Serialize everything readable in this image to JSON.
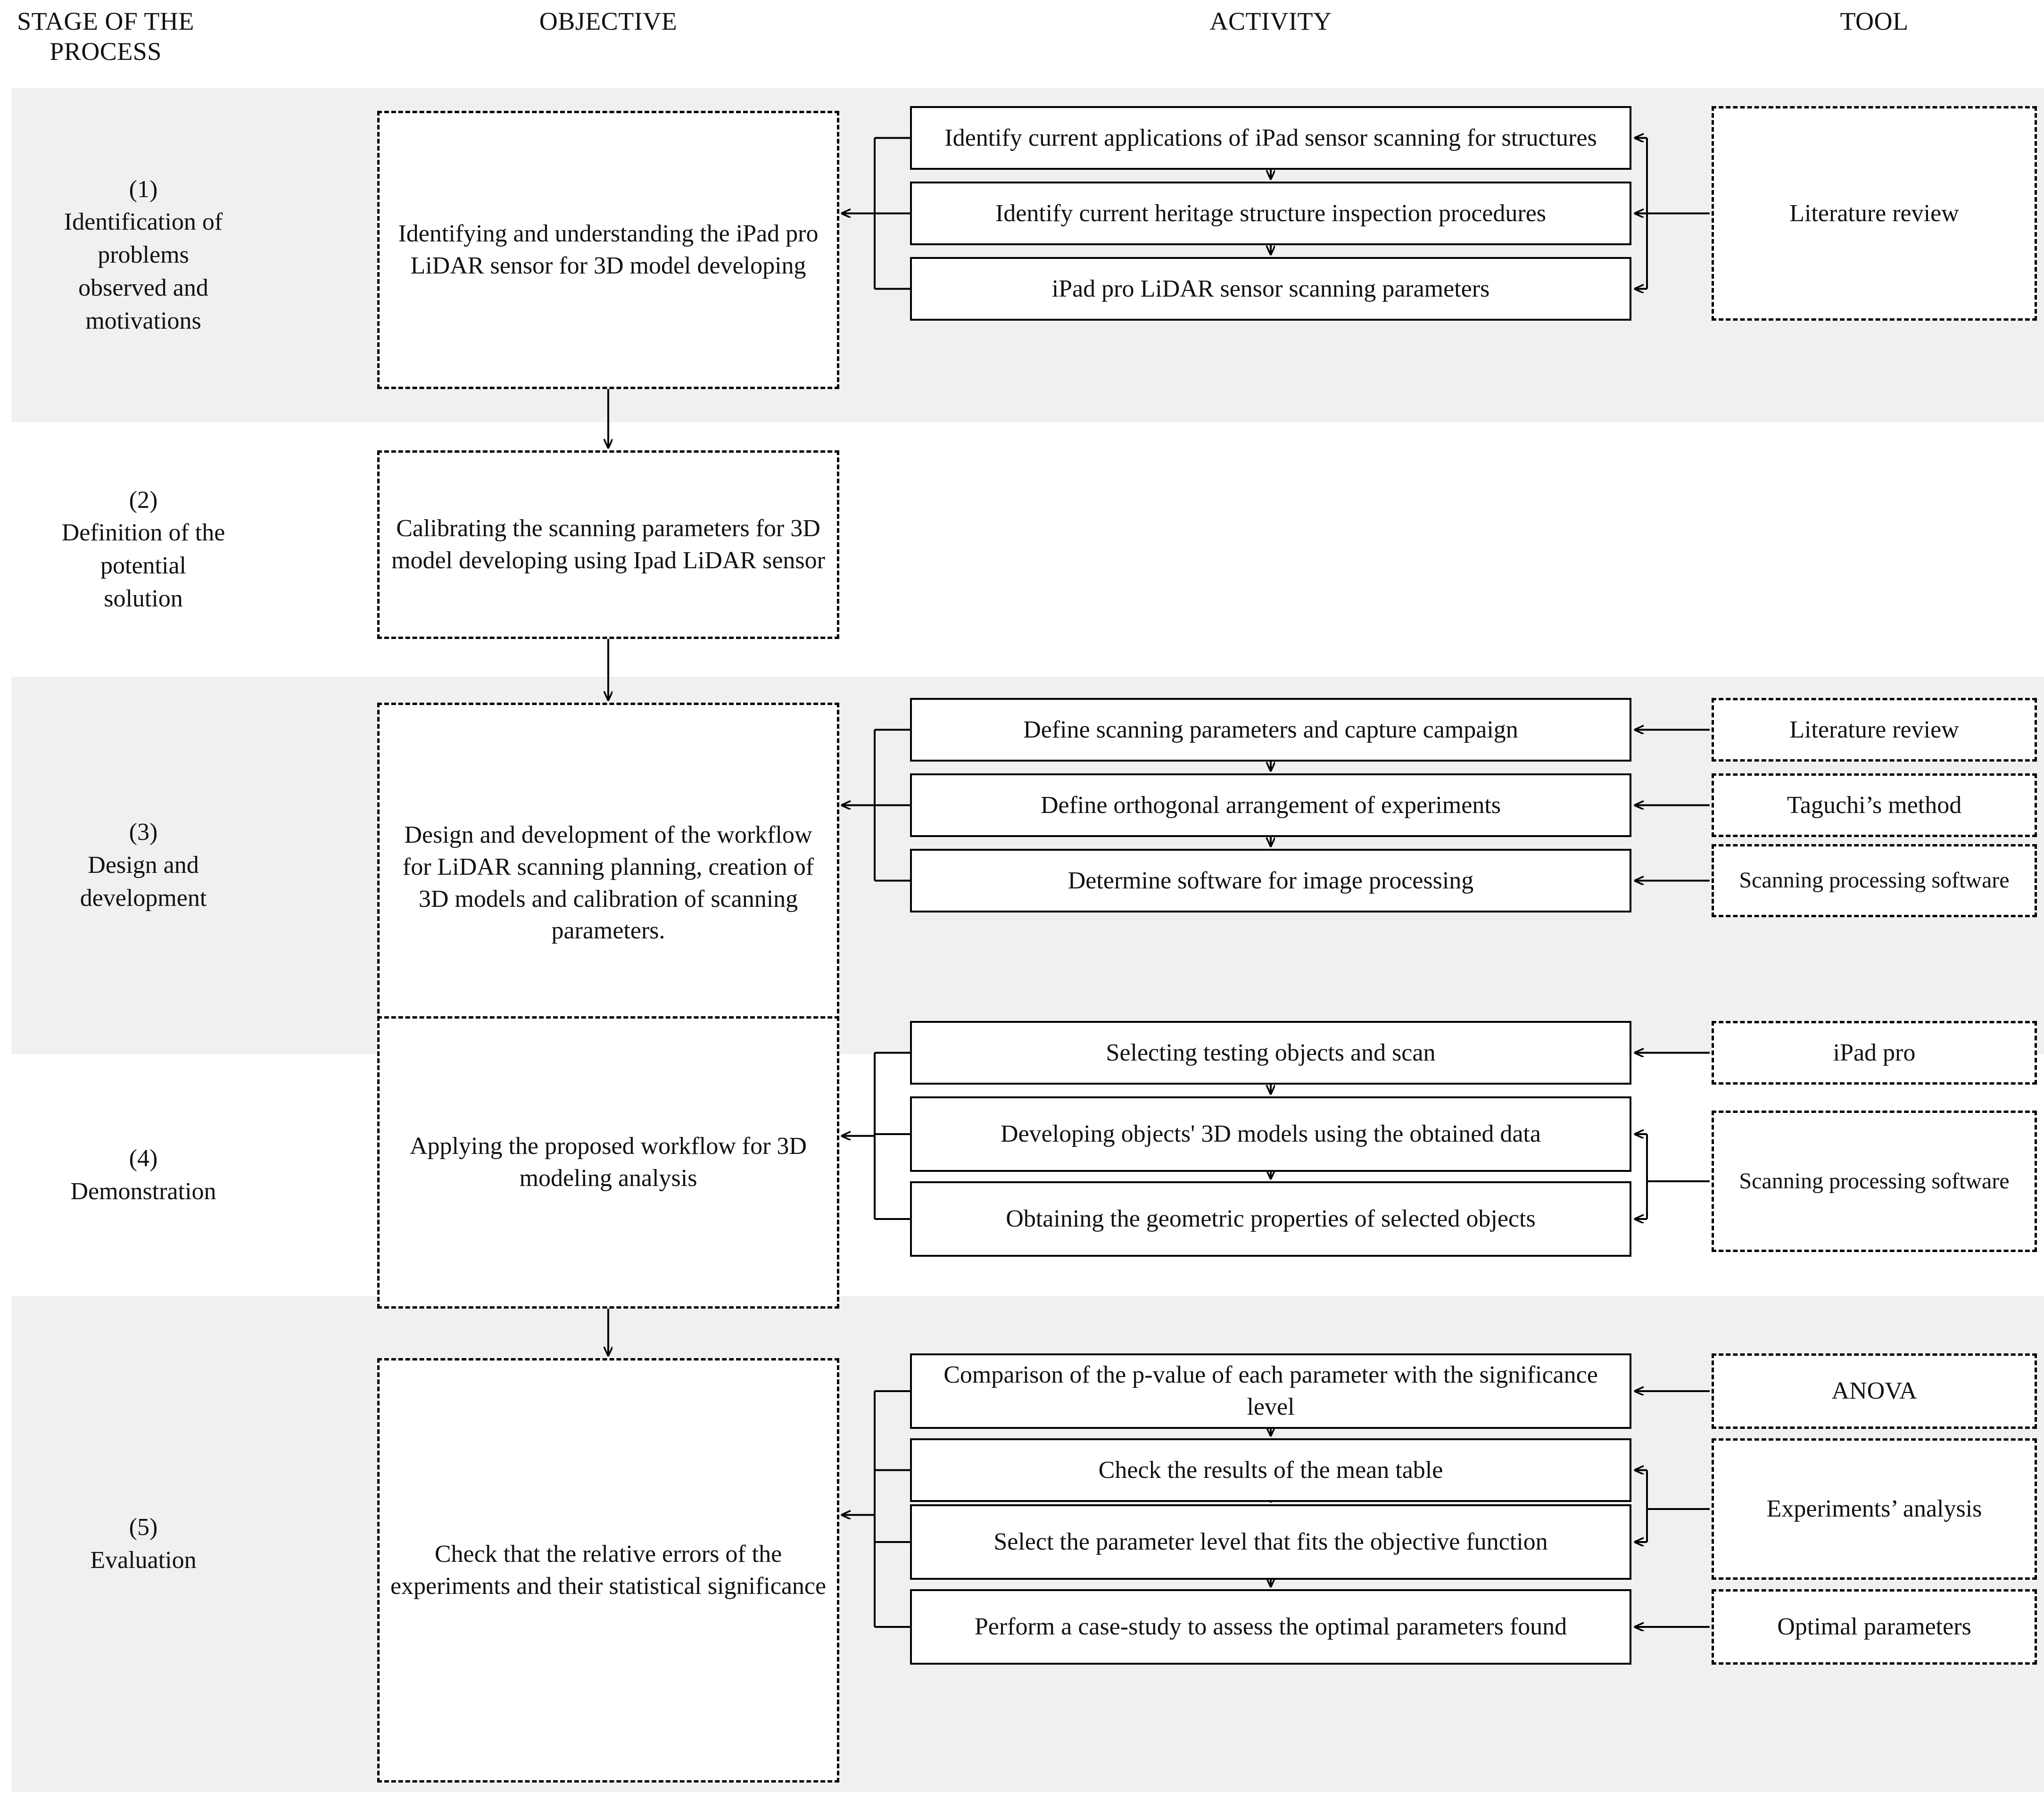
{
  "columns": [
    {
      "id": "stage",
      "label": "STAGE OF THE\nPROCESS"
    },
    {
      "id": "objective",
      "label": "OBJECTIVE"
    },
    {
      "id": "activity",
      "label": "ACTIVITY"
    },
    {
      "id": "tool",
      "label": "TOOL"
    }
  ],
  "rows": [
    {
      "number": "(1)",
      "stage": "Identification of\nproblems\nobserved and\nmotivations",
      "objective": "Identifying and understanding the iPad pro LiDAR sensor for 3D model developing",
      "activities": [
        "Identify current applications of iPad sensor scanning for structures",
        "Identify current heritage structure inspection procedures",
        "iPad pro LiDAR sensor scanning parameters"
      ],
      "tools": [
        {
          "label": "Literature review",
          "spans": [
            0,
            1,
            2
          ]
        }
      ],
      "shaded": true
    },
    {
      "number": "(2)",
      "stage": "Definition of the\npotential\nsolution",
      "objective": "Calibrating the scanning parameters for 3D model developing using Ipad LiDAR sensor",
      "activities": [],
      "tools": [],
      "shaded": false
    },
    {
      "number": "(3)",
      "stage": "Design and\ndevelopment",
      "objective": "Design and development of the workflow for LiDAR scanning planning, creation of 3D models and calibration of scanning parameters.",
      "activities": [
        "Define scanning parameters and capture campaign",
        "Define orthogonal arrangement of experiments",
        "Determine software for image processing"
      ],
      "tools": [
        {
          "label": "Literature review",
          "spans": [
            0
          ]
        },
        {
          "label": "Taguchi’s method",
          "spans": [
            1
          ]
        },
        {
          "label": "Scanning processing software",
          "spans": [
            2
          ]
        }
      ],
      "shaded": true
    },
    {
      "number": "(4)",
      "stage": "Demonstration",
      "objective": "Applying the proposed workflow for 3D modeling analysis",
      "activities": [
        "Selecting testing objects and scan",
        "Developing objects' 3D models using the obtained data",
        "Obtaining the geometric properties of selected objects"
      ],
      "tools": [
        {
          "label": "iPad pro",
          "spans": [
            0
          ]
        },
        {
          "label": "Scanning processing software",
          "spans": [
            1,
            2
          ]
        }
      ],
      "shaded": false
    },
    {
      "number": "(5)",
      "stage": "Evaluation",
      "objective": "Check that the relative errors of the experiments and their statistical significance",
      "activities": [
        "Comparison of the p-value of each parameter with the significance level",
        "Check the results of the mean table",
        "Select the parameter level that fits the objective function",
        "Perform a case-study to assess the optimal parameters found"
      ],
      "tools": [
        {
          "label": "ANOVA",
          "spans": [
            0
          ]
        },
        {
          "label": "Experiments’ analysis",
          "spans": [
            1,
            2
          ]
        },
        {
          "label": "Optimal parameters",
          "spans": [
            3
          ]
        }
      ],
      "shaded": true
    }
  ],
  "colors": {
    "shading": "#f0f0f0",
    "stroke": "#000000",
    "text": "#111111",
    "background": "#ffffff"
  }
}
